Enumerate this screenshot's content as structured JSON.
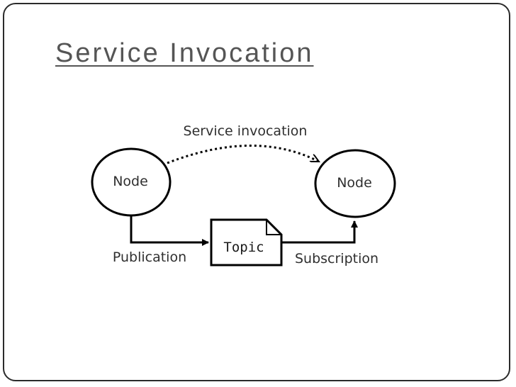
{
  "slide": {
    "title": "Service Invocation"
  },
  "diagram": {
    "node_left_label": "Node",
    "node_right_label": "Node",
    "topic_label": "Topic",
    "service_invocation_label": "Service invocation",
    "publication_label": "Publication",
    "subscription_label": "Subscription"
  }
}
